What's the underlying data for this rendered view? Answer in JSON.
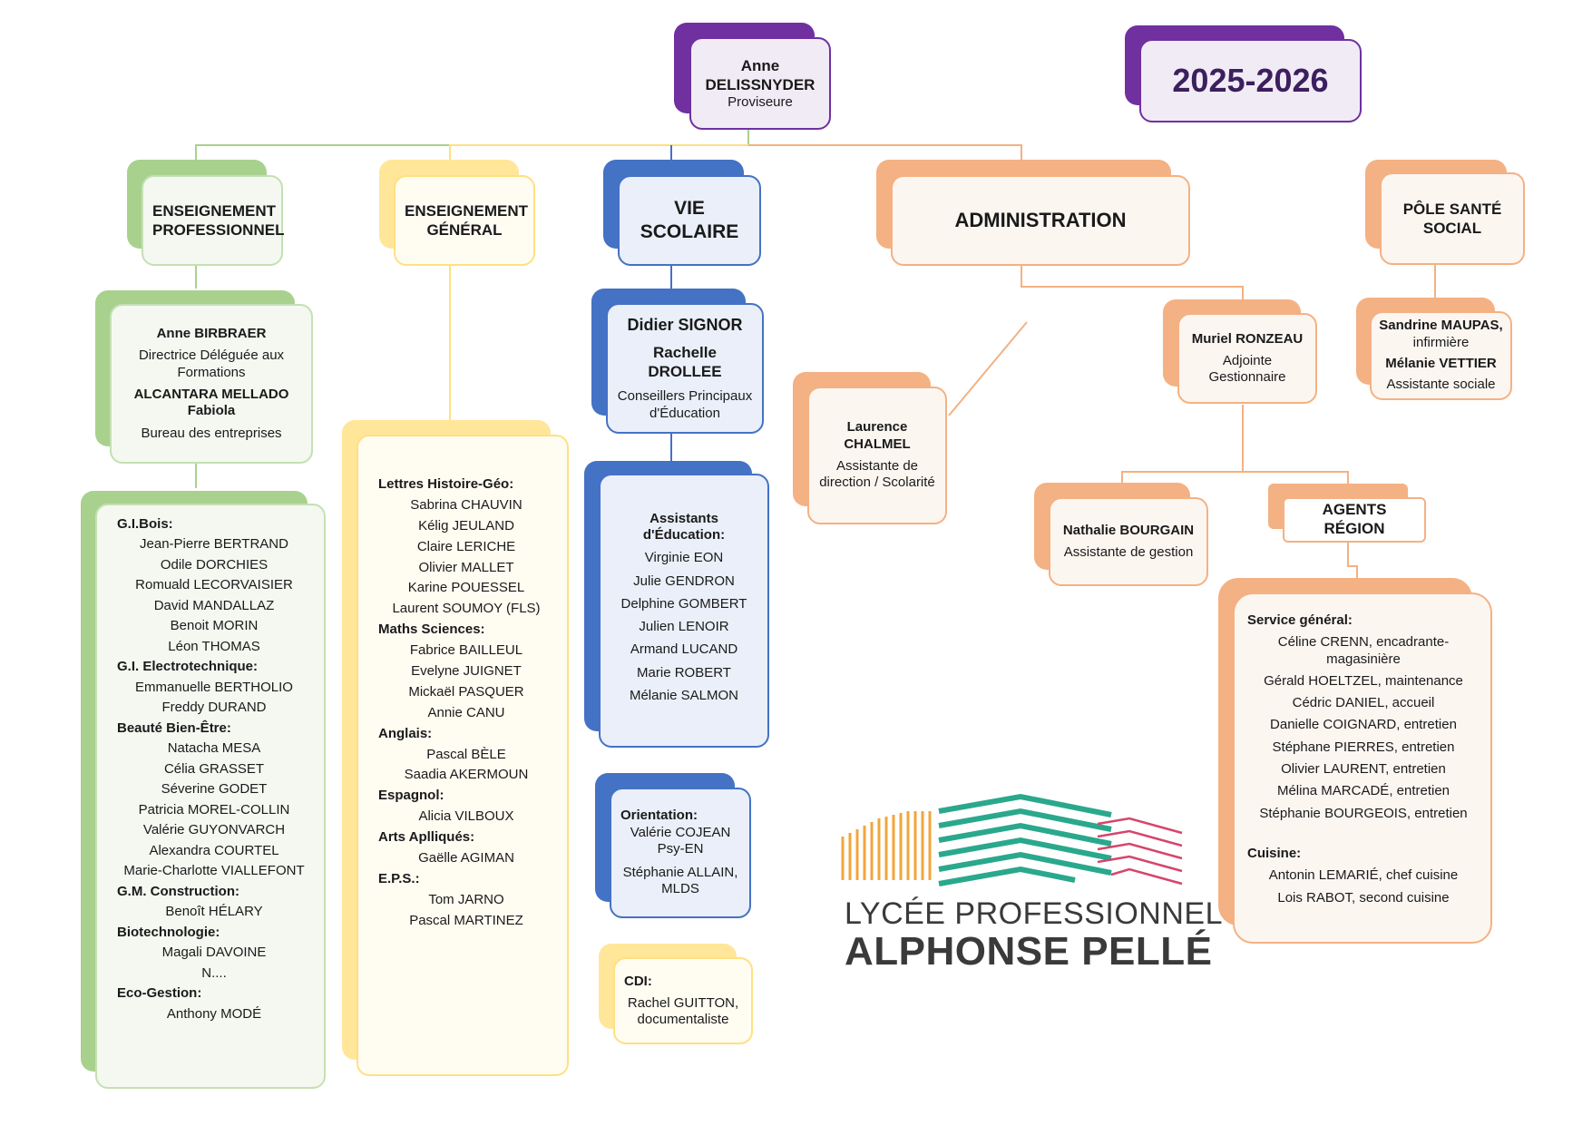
{
  "proviseur": {
    "first_name": "Anne",
    "last_name": "DELISSNYDER",
    "role": "Proviseure"
  },
  "year": "2025-2026",
  "ens_pro": {
    "title_1": "ENSEIGNEMENT",
    "title_2": "PROFESSIONNEL",
    "lead": {
      "name_1": "Anne BIRBRAER",
      "role_1": "Directrice Déléguée aux Formations",
      "name_2": "ALCANTARA MELLADO Fabiola",
      "role_2": "Bureau des entreprises"
    },
    "sections": [
      {
        "title": "G.I.Bois:",
        "names": [
          "Jean-Pierre BERTRAND",
          "Odile DORCHIES",
          "Romuald LECORVAISIER",
          "David MANDALLAZ",
          "Benoit MORIN",
          "Léon THOMAS"
        ]
      },
      {
        "title": "G.I. Electrotechnique:",
        "names": [
          "Emmanuelle BERTHOLIO",
          "Freddy DURAND"
        ]
      },
      {
        "title": "Beauté Bien-Être:",
        "names": [
          "Natacha MESA",
          "Célia GRASSET",
          "Séverine GODET",
          "Patricia MOREL-COLLIN",
          "Valérie GUYONVARCH",
          "Alexandra COURTEL",
          "Marie-Charlotte VIALLEFONT"
        ]
      },
      {
        "title": "G.M. Construction:",
        "names": [
          "Benoît HÉLARY"
        ]
      },
      {
        "title": "Biotechnologie:",
        "names": [
          "Magali DAVOINE",
          "N...."
        ]
      },
      {
        "title": "Eco-Gestion:",
        "names": [
          "Anthony MODÉ"
        ]
      }
    ]
  },
  "ens_gen": {
    "title_1": "ENSEIGNEMENT",
    "title_2": "GÉNÉRAL",
    "sections": [
      {
        "title": "Lettres Histoire-Géo:",
        "names": [
          "Sabrina CHAUVIN",
          "Kélig JEULAND",
          "Claire LERICHE",
          "Olivier MALLET",
          "Karine POUESSEL",
          "Laurent SOUMOY (FLS)"
        ]
      },
      {
        "title": "Maths Sciences:",
        "names": [
          "Fabrice BAILLEUL",
          "Evelyne JUIGNET",
          "Mickaël PASQUER",
          "Annie CANU"
        ]
      },
      {
        "title": "Anglais:",
        "names": [
          "Pascal BÈLE",
          "Saadia AKERMOUN"
        ]
      },
      {
        "title": "Espagnol:",
        "names": [
          "Alicia VILBOUX"
        ]
      },
      {
        "title": "Arts Aplliqués:",
        "names": [
          "Gaëlle AGIMAN"
        ]
      },
      {
        "title": "E.P.S.:",
        "names": [
          "Tom JARNO",
          "Pascal MARTINEZ"
        ]
      }
    ]
  },
  "vie_scolaire": {
    "title": "VIE SCOLAIRE",
    "cpe": {
      "name_1": "Didier SIGNOR",
      "name_2": "Rachelle DROLLEE",
      "role": "Conseillers Principaux d'Éducation"
    },
    "aed": {
      "title": "Assistants d'Éducation:",
      "names": [
        "Virginie EON",
        "Julie GENDRON",
        "Delphine GOMBERT",
        "Julien LENOIR",
        "Armand LUCAND",
        "Marie ROBERT",
        "Mélanie SALMON"
      ]
    },
    "orientation": {
      "title": "Orientation:",
      "line_1": "Valérie COJEAN Psy-EN",
      "line_2": "Stéphanie ALLAIN, MLDS"
    },
    "cdi": {
      "title": "CDI:",
      "line_1": "Rachel GUITTON, documentaliste"
    }
  },
  "administration": {
    "title": "ADMINISTRATION",
    "assistant": {
      "name": "Laurence CHALMEL",
      "role": "Assistante de direction / Scolarité"
    },
    "gestionnaire": {
      "name": "Muriel RONZEAU",
      "role": "Adjointe Gestionnaire"
    },
    "gestion": {
      "name": "Nathalie BOURGAIN",
      "role": "Assistante de gestion"
    },
    "agents_title": "AGENTS RÉGION",
    "service_general": {
      "title": "Service général:",
      "names": [
        "Céline CRENN, encadrante-magasinière",
        "Gérald HOELTZEL, maintenance",
        "Cédric DANIEL, accueil",
        "Danielle COIGNARD, entretien",
        "Stéphane PIERRES, entretien",
        "Olivier LAURENT, entretien",
        "Mélina MARCADÉ, entretien",
        "Stéphanie BOURGEOIS, entretien"
      ]
    },
    "cuisine": {
      "title": "Cuisine:",
      "names": [
        "Antonin LEMARIÉ, chef cuisine",
        "Lois RABOT, second cuisine"
      ]
    }
  },
  "sante": {
    "title_1": "PÔLE SANTÉ",
    "title_2": "SOCIAL",
    "name_1": "Sandrine MAUPAS,",
    "role_1": "infirmière",
    "name_2": "Mélanie VETTIER",
    "role_2": "Assistante sociale"
  },
  "logo": {
    "line_1": "LYCÉE PROFESSIONNEL",
    "line_2": "ALPHONSE PELLÉ"
  },
  "colors": {
    "green": "#a9d18e",
    "yellow": "#ffe699",
    "blue": "#4472c4",
    "orange": "#f4b183",
    "purple": "#7030a0"
  }
}
